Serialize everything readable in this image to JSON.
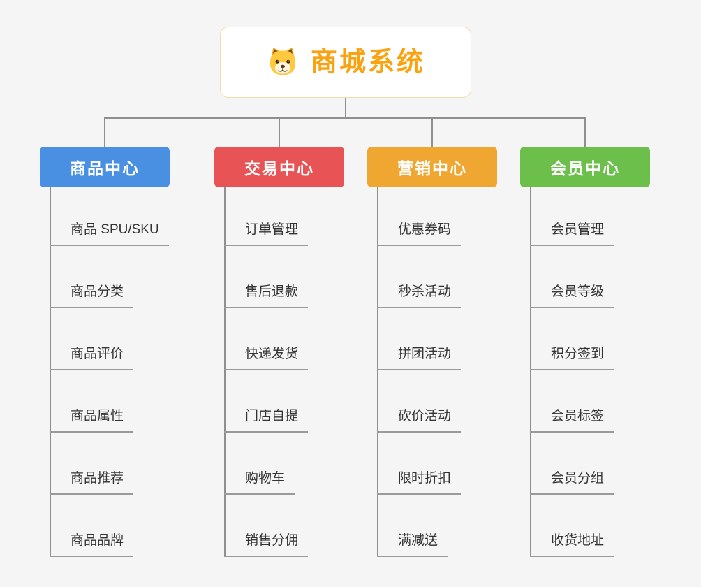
{
  "root": {
    "title": "商城系统",
    "icon": "dog-icon"
  },
  "colors": {
    "background": "#f5f5f5",
    "root_text": "#faa20f",
    "root_border": "#f3ddae",
    "connector": "#8f8f8f",
    "leaf_text": "#333333",
    "branch_product": "#4a90e2",
    "branch_trade": "#e85456",
    "branch_marketing": "#f0a732",
    "branch_member": "#6bbf4a"
  },
  "branches": [
    {
      "label": "商品中心",
      "color": "#4a90e2",
      "items": [
        {
          "label": "商品 SPU/SKU"
        },
        {
          "label": "商品分类"
        },
        {
          "label": "商品评价"
        },
        {
          "label": "商品属性"
        },
        {
          "label": "商品推荐"
        },
        {
          "label": "商品品牌"
        }
      ]
    },
    {
      "label": "交易中心",
      "color": "#e85456",
      "items": [
        {
          "label": "订单管理"
        },
        {
          "label": "售后退款"
        },
        {
          "label": "快递发货"
        },
        {
          "label": "门店自提"
        },
        {
          "label": "购物车"
        },
        {
          "label": "销售分佣"
        }
      ]
    },
    {
      "label": "营销中心",
      "color": "#f0a732",
      "items": [
        {
          "label": "优惠券码"
        },
        {
          "label": "秒杀活动"
        },
        {
          "label": "拼团活动"
        },
        {
          "label": "砍价活动"
        },
        {
          "label": "限时折扣"
        },
        {
          "label": "满减送"
        }
      ]
    },
    {
      "label": "会员中心",
      "color": "#6bbf4a",
      "items": [
        {
          "label": "会员管理"
        },
        {
          "label": "会员等级"
        },
        {
          "label": "积分签到"
        },
        {
          "label": "会员标签"
        },
        {
          "label": "会员分组"
        },
        {
          "label": "收货地址"
        }
      ]
    }
  ]
}
